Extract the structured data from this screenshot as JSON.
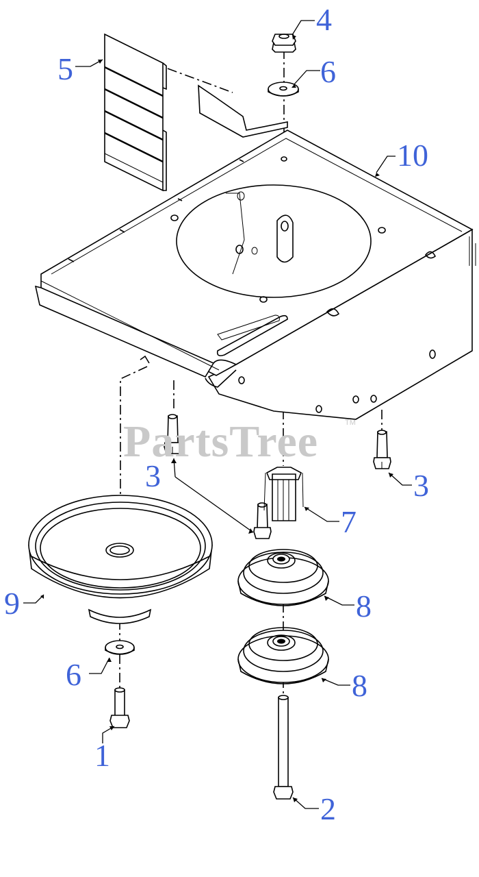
{
  "watermark": {
    "text": "PartsTree",
    "trademark": "TM"
  },
  "callouts": [
    {
      "id": "c1",
      "label": "1"
    },
    {
      "id": "c2",
      "label": "2"
    },
    {
      "id": "c3a",
      "label": "3"
    },
    {
      "id": "c3b",
      "label": "3"
    },
    {
      "id": "c4",
      "label": "4"
    },
    {
      "id": "c5",
      "label": "5"
    },
    {
      "id": "c6a",
      "label": "6"
    },
    {
      "id": "c6b",
      "label": "6"
    },
    {
      "id": "c7",
      "label": "7"
    },
    {
      "id": "c8a",
      "label": "8"
    },
    {
      "id": "c8b",
      "label": "8"
    },
    {
      "id": "c9",
      "label": "9"
    },
    {
      "id": "c10",
      "label": "10"
    }
  ],
  "colors": {
    "callout": "#3f63d8",
    "line": "#000000",
    "watermark": "#c9c9c9"
  }
}
